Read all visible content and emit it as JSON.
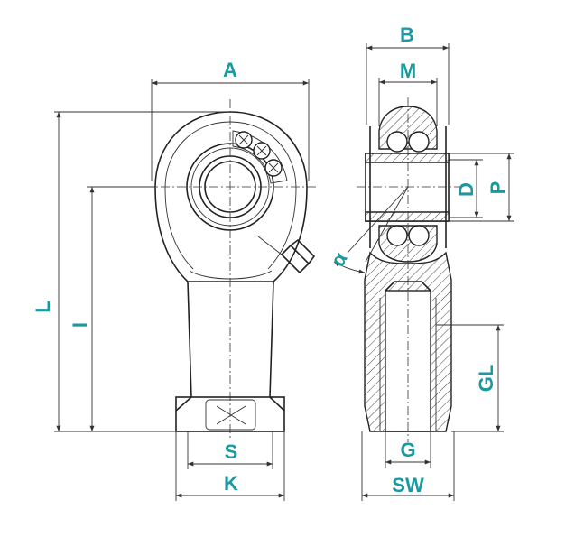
{
  "labels": {
    "A": "A",
    "B": "B",
    "M": "M",
    "D": "D",
    "P": "P",
    "L": "L",
    "I": "I",
    "S": "S",
    "K": "K",
    "G": "G",
    "SW": "SW",
    "GL": "GL",
    "R": "α"
  },
  "colors": {
    "label": "#1a9aa0",
    "line": "#222222",
    "background": "#ffffff"
  }
}
